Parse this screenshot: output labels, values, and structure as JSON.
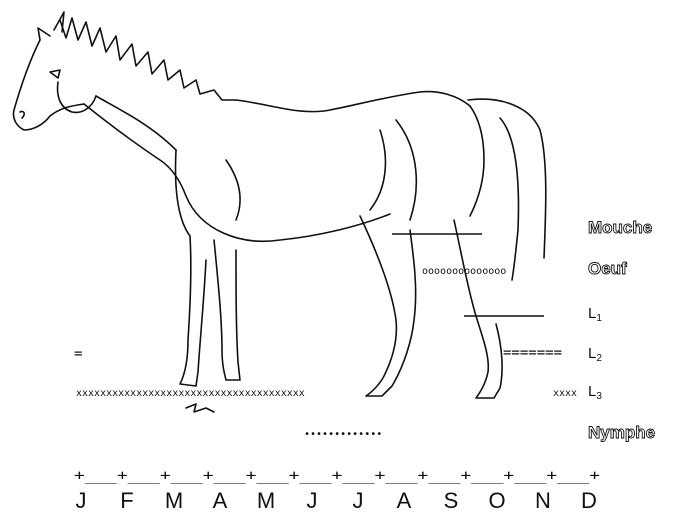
{
  "stages": {
    "mouche": "Mouche",
    "oeuf": "Oeuf",
    "l1": "L",
    "l1_sub": "1",
    "l2": "L",
    "l2_sub": "2",
    "l3": "L",
    "l3_sub": "3",
    "nymphe": "Nymphe"
  },
  "marks": {
    "eq_left": "=",
    "oeuf_chain": "oooooooooooooo",
    "l2_chain": "=======",
    "l3_short": "xxxx",
    "l3_long": "xxxxxxxxxxxxxxxxxxxxxxxxxxxxxxxxxxxxxx",
    "nymphe_chain": "•••••••••••••",
    "timeline": "+___+___+___+___+___+___+___+___+___+___+___+___+"
  },
  "months": [
    "J",
    "F",
    "M",
    "A",
    "M",
    "J",
    "J",
    "A",
    "S",
    "O",
    "N",
    "D"
  ]
}
